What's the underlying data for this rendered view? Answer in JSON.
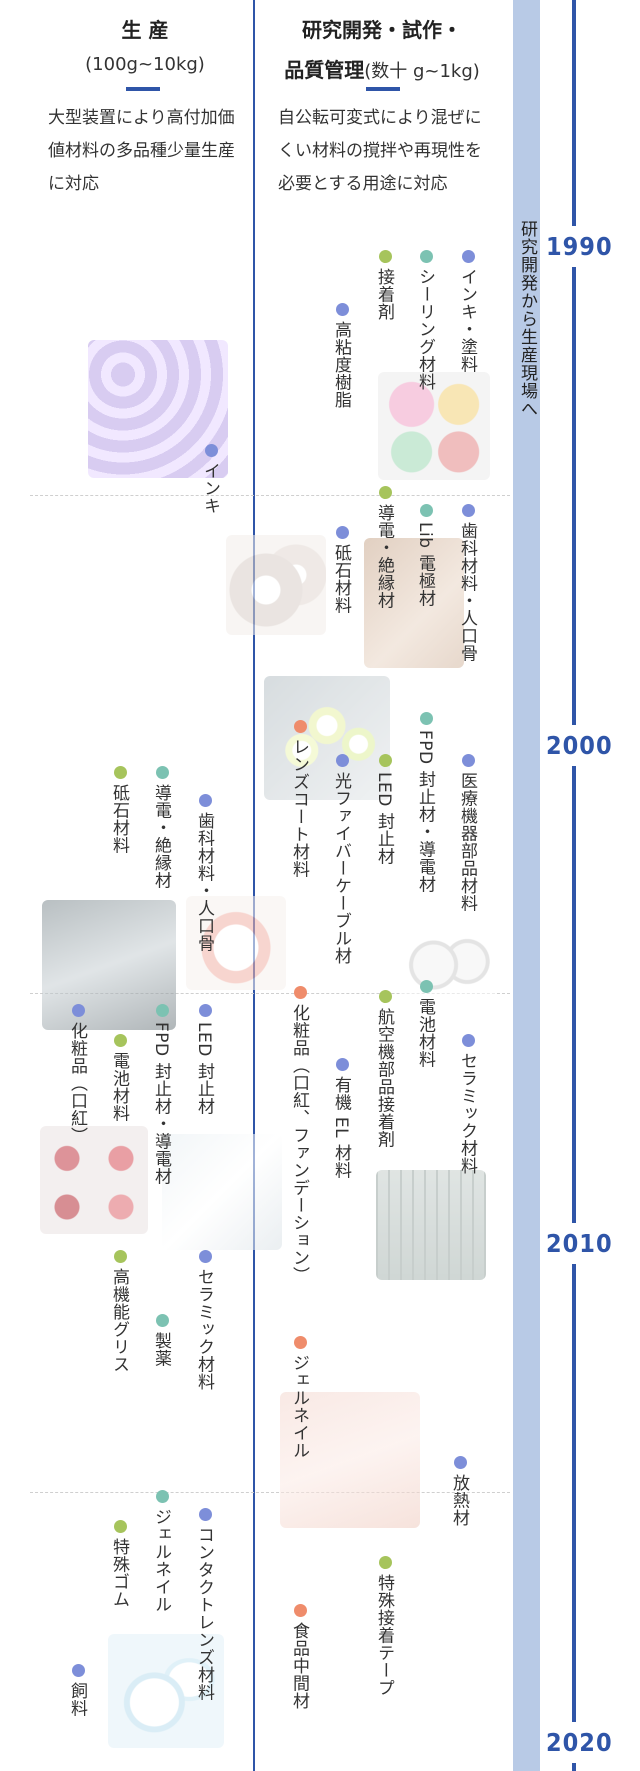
{
  "columns": {
    "production": {
      "title": "生 産",
      "range": "(100g~10kg)",
      "description": "大型装置により高付加価値材料の多品種少量生産に対応"
    },
    "research": {
      "title_line1": "研究開発・試作・",
      "title_line2": "品質管理",
      "range": "(数十 g~1kg)",
      "description": "自公転可変式により混ぜにくい材料の撹拌や再現性を必要とする用途に対応"
    }
  },
  "timeline_label": "研究開発から生産現場へ",
  "years": [
    "1990",
    "2000",
    "2010",
    "2020"
  ],
  "dot_colors": {
    "blue": "#7d8ed9",
    "green": "#a6c45c",
    "teal": "#7cc2b2",
    "orange": "#ef8c6b"
  },
  "items": [
    "インキ・塗料",
    "シーリング材料",
    "接着剤",
    "高粘度樹脂",
    "インキ",
    "歯科材料・人口骨",
    "Lib 電極材",
    "導電・絶縁材",
    "砥石材料",
    "医療機器部品材料",
    "FPD 封止材・導電材",
    "LED 封止材",
    "光ファイバーケーブル材",
    "レンズコート材料",
    "歯科材料・人口骨",
    "導電・絶縁材",
    "砥石材料",
    "セラミック材料",
    "電池材料",
    "航空機部品接着剤",
    "有機 EL 材料",
    "化粧品（口紅、ファンデーション）",
    "LED 封止材",
    "FPD 封止材・導電材",
    "電池材料",
    "化粧品（口紅）",
    "セラミック材料",
    "製薬",
    "高機能グリス",
    "ジェルネイル",
    "放熱材",
    "コンタクトレンズ材料",
    "ジェルネイル",
    "特殊ゴム",
    "飼料",
    "特殊接着テープ",
    "食品中間材"
  ]
}
